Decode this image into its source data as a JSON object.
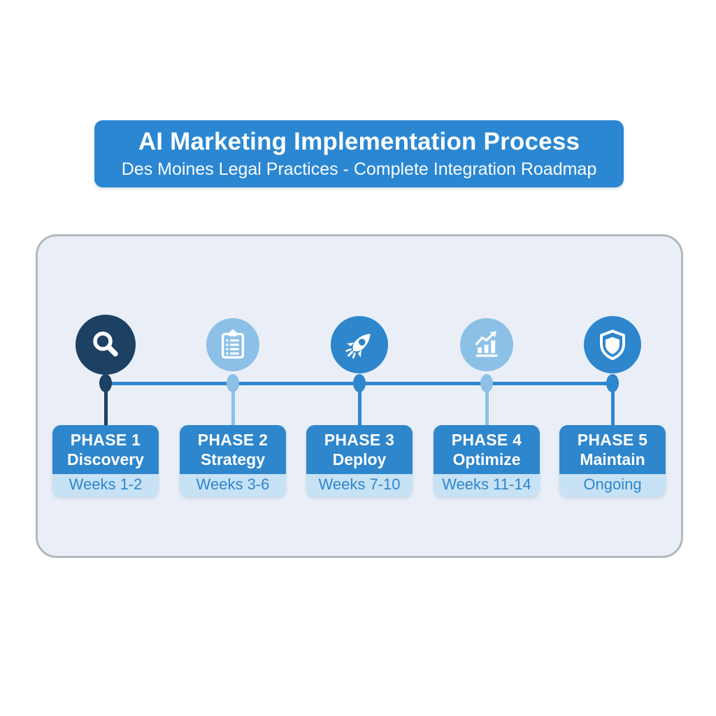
{
  "banner": {
    "title": "AI Marketing Implementation Process",
    "subtitle": "Des Moines Legal Practices - Complete Integration Roadmap",
    "bg_color": "#2b87d1"
  },
  "colors": {
    "accent_medium_blue": "#2e86cc",
    "accent_dark_navy": "#1d4163",
    "accent_light_blue": "#8cc0e7",
    "duration_band_blue": "#c7e2f5",
    "panel_background": "#eaeff7",
    "panel_border": "#b3b7bd",
    "text_white": "#ffffff"
  },
  "timeline": {
    "phases": [
      {
        "phase_label": "PHASE 1",
        "name": "Discovery",
        "duration": "Weeks 1-2",
        "icon": "search-icon",
        "accent": "dark"
      },
      {
        "phase_label": "PHASE 2",
        "name": "Strategy",
        "duration": "Weeks 3-6",
        "icon": "clipboard-icon",
        "accent": "light"
      },
      {
        "phase_label": "PHASE 3",
        "name": "Deploy",
        "duration": "Weeks 7-10",
        "icon": "rocket-icon",
        "accent": "medium"
      },
      {
        "phase_label": "PHASE 4",
        "name": "Optimize",
        "duration": "Weeks 11-14",
        "icon": "chart-icon",
        "accent": "light"
      },
      {
        "phase_label": "PHASE 5",
        "name": "Maintain",
        "duration": "Ongoing",
        "icon": "shield-icon",
        "accent": "medium"
      }
    ]
  }
}
